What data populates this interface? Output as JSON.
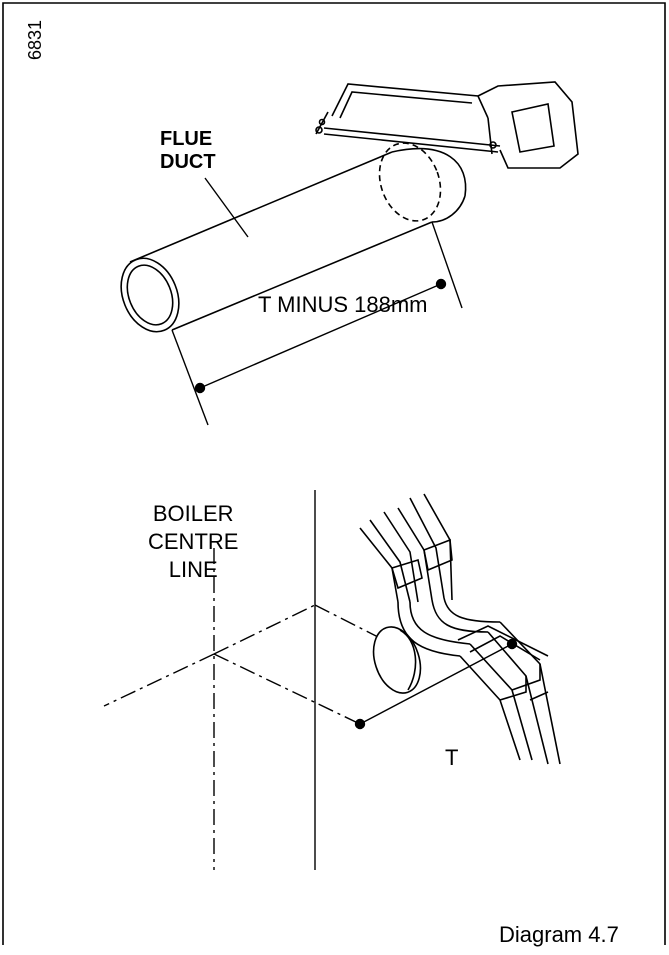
{
  "document": {
    "reference_id": "6831",
    "caption": "Diagram 4.7"
  },
  "labels": {
    "flue_duct": [
      "FLUE",
      "DUCT"
    ],
    "dimension_cut": "T MINUS 188mm",
    "boiler_centre_line": [
      "BOILER",
      "CENTRE",
      "LINE"
    ],
    "dimension_t": "T"
  },
  "colors": {
    "ink": "#000000",
    "paper": "#ffffff"
  }
}
